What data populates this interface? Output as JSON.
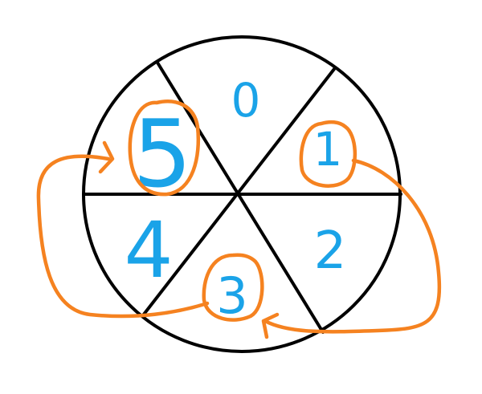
{
  "wheel": {
    "stroke_color": "#000000",
    "sectors": [
      {
        "label": "0"
      },
      {
        "label": "1"
      },
      {
        "label": "2"
      },
      {
        "label": "3"
      },
      {
        "label": "4"
      },
      {
        "label": "5"
      }
    ]
  },
  "number_color": "#1aa3e8",
  "highlight_color": "#f58220",
  "highlighted_labels": [
    "1",
    "3",
    "5"
  ],
  "arrows": [
    {
      "from": "1",
      "to": "3"
    },
    {
      "from": "3",
      "to": "5"
    }
  ]
}
